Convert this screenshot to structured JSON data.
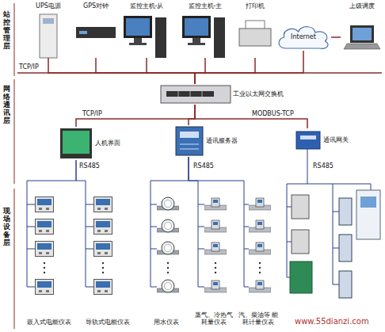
{
  "diagram": {
    "nodes": [
      {
        "text": [
          "UPS电源"
        ]
      },
      {
        "text": [
          "GPS对钟"
        ]
      },
      {
        "text": [
          "监控主机-从"
        ]
      },
      {
        "text": [
          "监控主机-主"
        ]
      },
      {
        "text": [
          "打印机"
        ]
      },
      {
        "text": [
          "Internet"
        ]
      },
      {
        "text": [
          "上级调度"
        ]
      },
      {
        "text": [
          "工业以太网交换机"
        ]
      },
      {
        "text": [
          "人机界面"
        ]
      },
      {
        "text": [
          "通讯服务器"
        ]
      },
      {
        "text": [
          "通讯网关"
        ]
      },
      {
        "text": [
          "嵌入式电能仪表"
        ]
      },
      {
        "text": [
          "导轨式电能仪表"
        ]
      },
      {
        "text": [
          "用水仪表"
        ]
      },
      {
        "text": [
          "蒸气、冷热气 耗量仪表"
        ]
      },
      {
        "text": [
          "汽、柴油等 能耗计量仪表"
        ]
      }
    ],
    "edges": [
      {
        "from": 0,
        "to": 7,
        "arrow": "none"
      },
      {
        "from": 1,
        "to": 7,
        "arrow": "none"
      },
      {
        "from": 2,
        "to": 7,
        "arrow": "none"
      },
      {
        "from": 3,
        "to": 7,
        "arrow": "none"
      },
      {
        "from": 4,
        "to": 7,
        "arrow": "none"
      },
      {
        "from": 5,
        "to": 7,
        "arrow": "none"
      },
      {
        "from": 5,
        "to": 6,
        "arrow": "none"
      },
      {
        "from": 7,
        "to": 8,
        "arrow": "none"
      },
      {
        "from": 7,
        "to": 9,
        "arrow": "none"
      },
      {
        "from": 7,
        "to": 10,
        "arrow": "none"
      },
      {
        "from": 8,
        "to": 11,
        "arrow": "none"
      },
      {
        "from": 8,
        "to": 12,
        "arrow": "none"
      },
      {
        "from": 9,
        "to": 13,
        "arrow": "none"
      },
      {
        "from": 9,
        "to": 14,
        "arrow": "none"
      },
      {
        "from": 9,
        "to": 15,
        "arrow": "none"
      }
    ],
    "labels": [
      "站控管理层",
      "网络通讯层",
      "现场设备层",
      "TCP/IP",
      "TCP/IP",
      "MODBUS-TCP",
      "RS485",
      "RS485",
      "RS485",
      "www.55dianzi.com"
    ]
  }
}
